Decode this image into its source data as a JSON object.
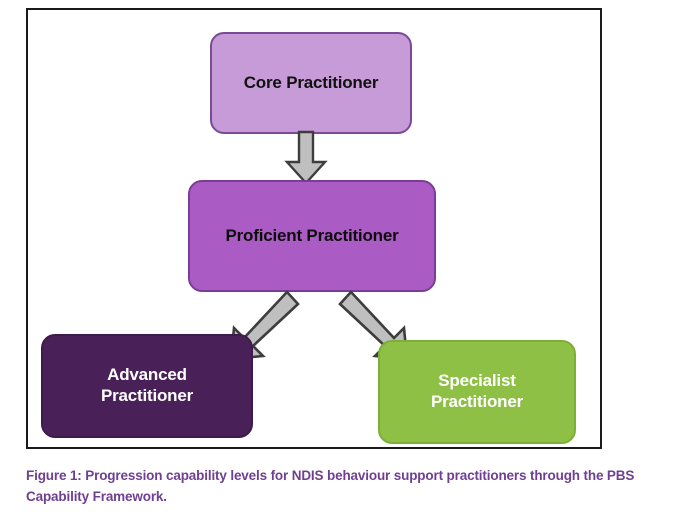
{
  "figure": {
    "caption": "Figure 1: Progression capability levels for NDIS behaviour support practitioners through the PBS Capability Framework.",
    "frame_border_color": "#1a1a1a",
    "caption_color": "#6f3f91"
  },
  "diagram": {
    "type": "flowchart",
    "title": "Progression capability levels for NDIS behaviour support practitioners",
    "nodes": [
      {
        "id": "core",
        "label": "Core Practitioner",
        "level": 1,
        "fill": "#c79bd8",
        "border": "#7a4a96",
        "text_color": "#111111"
      },
      {
        "id": "proficient",
        "label": "Proficient Practitioner",
        "level": 2,
        "fill": "#ab5cc4",
        "border": "#7a3d96",
        "text_color": "#0d0d0d"
      },
      {
        "id": "advanced",
        "label": "Advanced\nPractitioner",
        "level": 3,
        "fill": "#492057",
        "border": "#3d1b4a",
        "text_color": "#ffffff"
      },
      {
        "id": "specialist",
        "label": "Specialist\nPractitioner",
        "level": 3,
        "fill": "#8dc044",
        "border": "#7cae38",
        "text_color": "#ffffff"
      }
    ],
    "edges": [
      {
        "from": "core",
        "to": "proficient",
        "direction": "down",
        "style": "block-arrow",
        "fill": "#bfbfbf",
        "border": "#404040"
      },
      {
        "from": "proficient",
        "to": "advanced",
        "direction": "down-left",
        "style": "block-arrow",
        "fill": "#bfbfbf",
        "border": "#404040"
      },
      {
        "from": "proficient",
        "to": "specialist",
        "direction": "down-right",
        "style": "block-arrow",
        "fill": "#bfbfbf",
        "border": "#404040"
      }
    ]
  }
}
